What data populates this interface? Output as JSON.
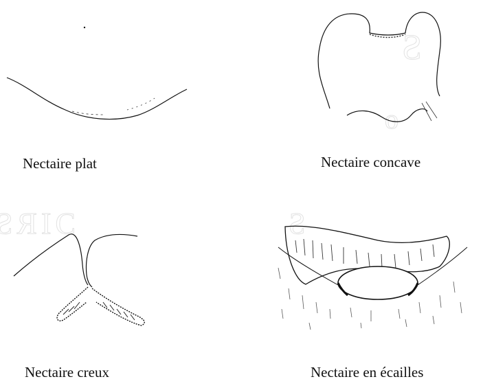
{
  "panels": [
    {
      "id": "flat",
      "label": "Nectaire plat"
    },
    {
      "id": "concave",
      "label": "Nectaire concave"
    },
    {
      "id": "hollow",
      "label": "Nectaire creux"
    },
    {
      "id": "scales",
      "label": "Nectaire en écailles"
    }
  ],
  "colors": {
    "ink": "#111111",
    "ghost_watermark": "#e2e2e2"
  }
}
